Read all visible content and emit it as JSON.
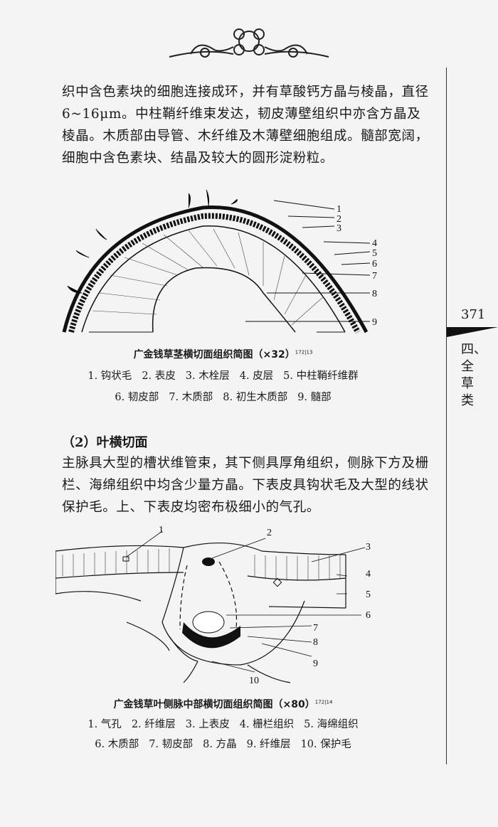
{
  "paragraph1": "织中含色素块的细胞连接成环，并有草酸钙方晶与棱晶，直径 6~16μm。中柱鞘纤维束发达，韧皮薄壁组织中亦含方晶及棱晶。木质部由导管、木纤维及木薄壁细胞组成。髓部宽阔，细胞中含色素块、结晶及较大的圆形淀粉粒。",
  "figure1": {
    "caption": "广金钱草茎横切面组织简图（×32）",
    "ref": "172|13",
    "numbers": [
      "1",
      "2",
      "3",
      "4",
      "5",
      "6",
      "7",
      "8",
      "9"
    ],
    "legend_line1": [
      "1. 钩状毛",
      "2. 表皮",
      "3. 木栓层",
      "4. 皮层",
      "5. 中柱鞘纤维群"
    ],
    "legend_line2": [
      "6. 韧皮部",
      "7. 木质部",
      "8. 初生木质部",
      "9. 髓部"
    ]
  },
  "heading2": "（2）叶横切面",
  "paragraph2": "主脉具大型的槽状维管束，其下侧具厚角组织，侧脉下方及栅栏、海绵组织中均含少量方晶。下表皮具钩状毛及大型的线状保护毛。上、下表皮均密布极细小的气孔。",
  "figure2": {
    "caption": "广金钱草叶侧脉中部横切面组织简图（×80）",
    "ref": "172|14",
    "numbers": [
      "1",
      "2",
      "3",
      "4",
      "5",
      "6",
      "7",
      "8",
      "9",
      "10"
    ],
    "legend_line1": [
      "1. 气孔",
      "2. 纤维层",
      "3. 上表皮",
      "4. 栅栏组织",
      "5. 海绵组织"
    ],
    "legend_line2": [
      "6. 木质部",
      "7. 韧皮部",
      "8. 方晶",
      "9. 纤维层",
      "10. 保护毛"
    ]
  },
  "side": {
    "page_number": "371",
    "section": "四、全草类"
  }
}
